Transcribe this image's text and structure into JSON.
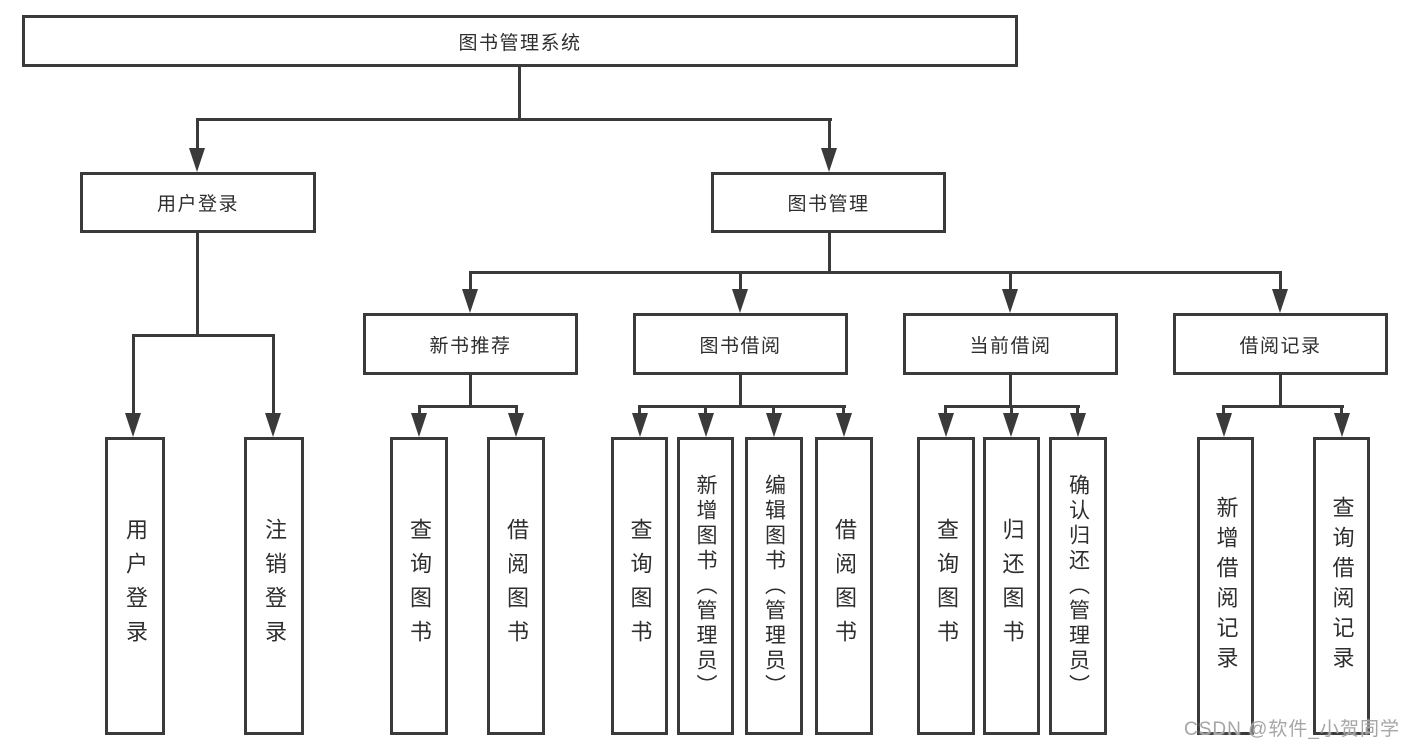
{
  "diagram": {
    "root": {
      "label": "图书管理系统"
    },
    "level2": [
      {
        "label": "用户登录"
      },
      {
        "label": "图书管理"
      }
    ],
    "level3": [
      {
        "label": "新书推荐"
      },
      {
        "label": "图书借阅"
      },
      {
        "label": "当前借阅"
      },
      {
        "label": "借阅记录"
      }
    ],
    "leaves": [
      {
        "label": "用户登录",
        "parent": "用户登录"
      },
      {
        "label": "注销登录",
        "parent": "用户登录"
      },
      {
        "label": "查询图书",
        "parent": "新书推荐"
      },
      {
        "label": "借阅图书",
        "parent": "新书推荐"
      },
      {
        "label": "查询图书",
        "parent": "图书借阅"
      },
      {
        "label": "新增图书（管理员）",
        "parent": "图书借阅"
      },
      {
        "label": "编辑图书（管理员）",
        "parent": "图书借阅"
      },
      {
        "label": "借阅图书",
        "parent": "图书借阅"
      },
      {
        "label": "查询图书",
        "parent": "当前借阅"
      },
      {
        "label": "归还图书",
        "parent": "当前借阅"
      },
      {
        "label": "确认归还（管理员）",
        "parent": "当前借阅"
      },
      {
        "label": "新增借阅记录",
        "parent": "借阅记录"
      },
      {
        "label": "查询借阅记录",
        "parent": "借阅记录"
      }
    ],
    "line_color": "#3a3a3a",
    "background_color": "#ffffff"
  },
  "watermark": {
    "text": "CSDN @软件_小贺同学"
  }
}
